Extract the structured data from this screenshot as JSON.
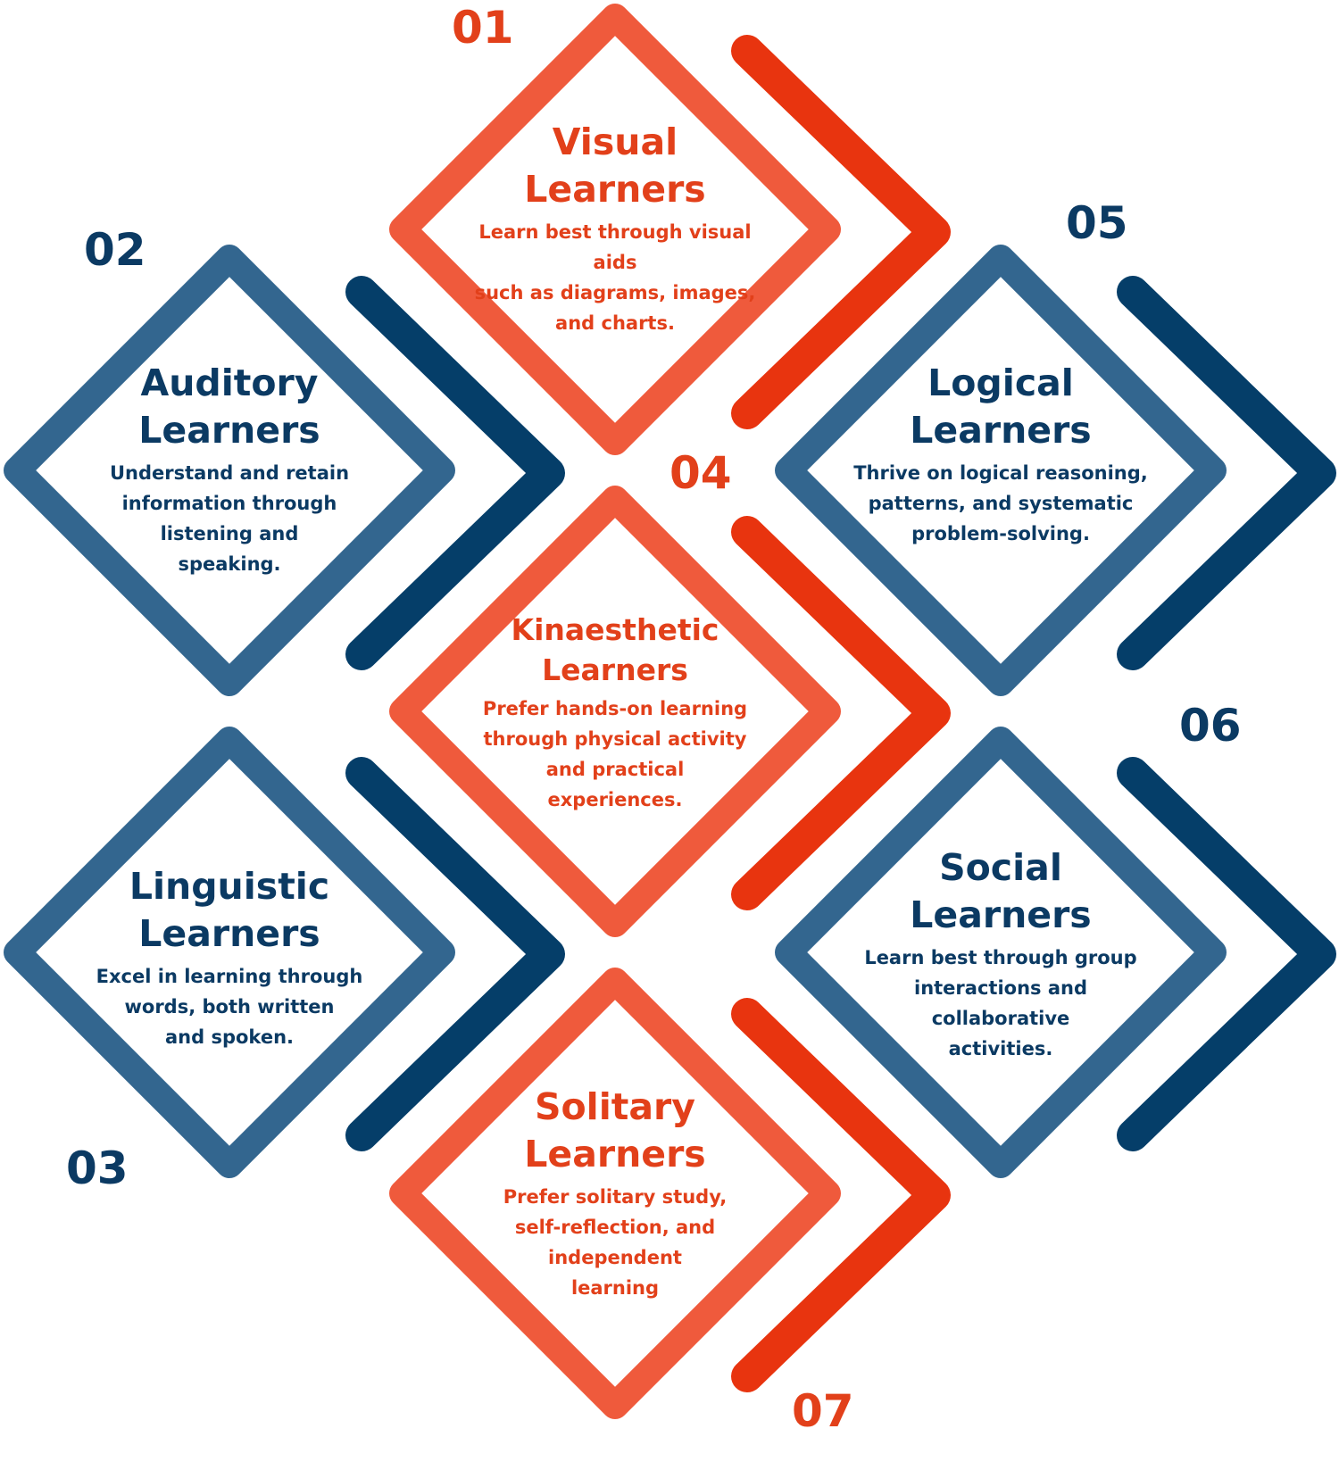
{
  "colors": {
    "blue_frame": "#33668f",
    "blue_chevron": "#053e69",
    "blue_text": "#0b3a63",
    "red_frame": "#ef5a3c",
    "red_chevron": "#e8340f",
    "red_text": "#e2401a"
  },
  "styles": [
    {
      "number": "01",
      "title_line1": "Visual",
      "title_line2": "Learners",
      "desc1": "Learn best through visual aids",
      "desc2": "such as diagrams, images,",
      "desc3": "and charts.",
      "desc4": ""
    },
    {
      "number": "02",
      "title_line1": "Auditory",
      "title_line2": "Learners",
      "desc1": "Understand and retain",
      "desc2": "information through",
      "desc3": "listening and",
      "desc4": "speaking."
    },
    {
      "number": "03",
      "title_line1": "Linguistic",
      "title_line2": "Learners",
      "desc1": "Excel in learning through",
      "desc2": "words, both written",
      "desc3": "and spoken.",
      "desc4": ""
    },
    {
      "number": "04",
      "title_line1": "Kinaesthetic",
      "title_line2": "Learners",
      "desc1": "Prefer hands-on learning",
      "desc2": "through physical activity",
      "desc3": "and practical",
      "desc4": "experiences."
    },
    {
      "number": "05",
      "title_line1": "Logical",
      "title_line2": "Learners",
      "desc1": "Thrive on logical reasoning,",
      "desc2": "patterns, and systematic",
      "desc3": "problem-solving.",
      "desc4": ""
    },
    {
      "number": "06",
      "title_line1": "Social",
      "title_line2": "Learners",
      "desc1": "Learn best through group",
      "desc2": "interactions and",
      "desc3": "collaborative",
      "desc4": "activities."
    },
    {
      "number": "07",
      "title_line1": "Solitary",
      "title_line2": "Learners",
      "desc1": "Prefer solitary study,",
      "desc2": "self-reflection, and",
      "desc3": "independent",
      "desc4": "learning"
    }
  ]
}
